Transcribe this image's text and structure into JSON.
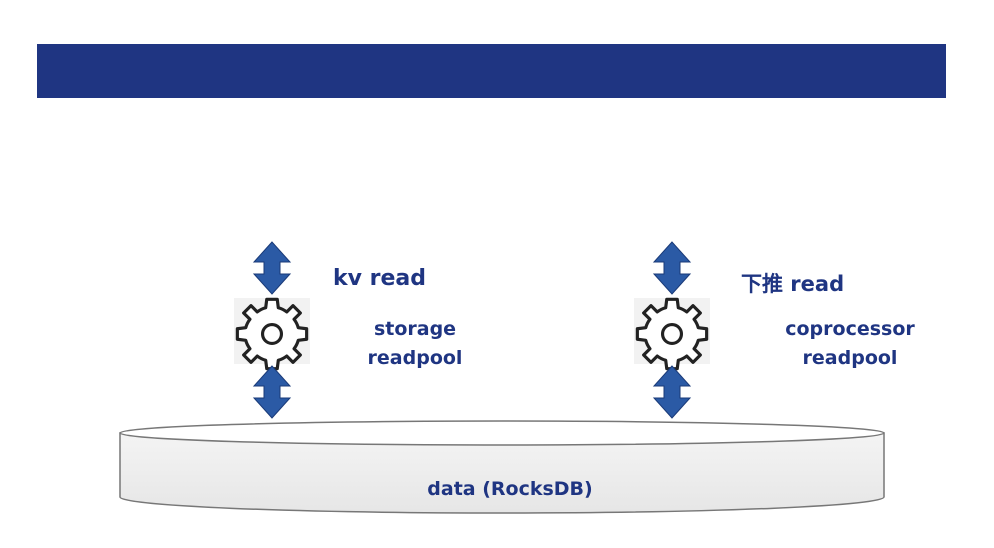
{
  "kv": {
    "title": "kv read",
    "pool": [
      "storage",
      "readpool"
    ]
  },
  "coprocessor": {
    "title": "下推 read",
    "pool": [
      "coprocessor",
      "readpool"
    ]
  },
  "database": {
    "label": "data (RocksDB)"
  },
  "colors": {
    "accent": "#1f3582",
    "arrow": "#2b5aa5",
    "banner": "#1f3582"
  },
  "icons": {
    "gear": "gear-icon",
    "arrow": "double-arrow-icon"
  }
}
